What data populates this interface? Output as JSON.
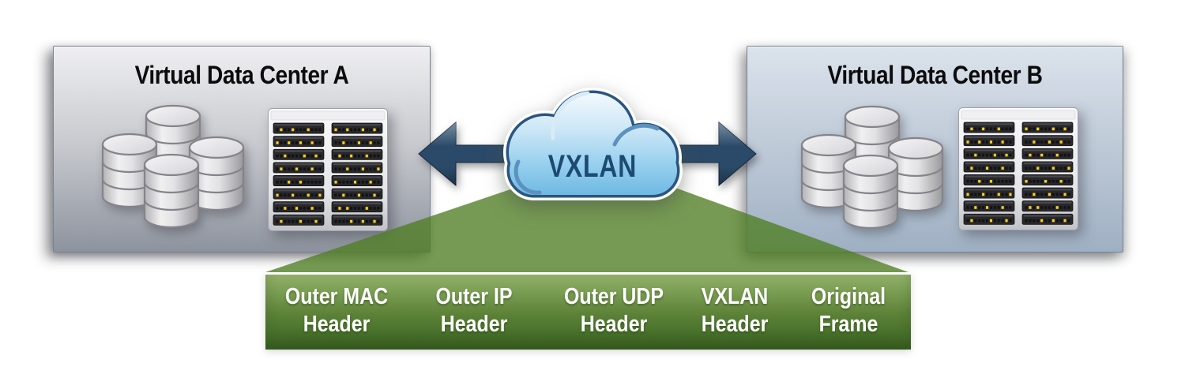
{
  "datacenter_a": {
    "title": "Virtual Data Center A"
  },
  "datacenter_b": {
    "title": "Virtual Data Center B"
  },
  "cloud": {
    "label": "VXLAN"
  },
  "encapsulation": {
    "segments": [
      {
        "line1": "Outer MAC",
        "line2": "Header"
      },
      {
        "line1": "Outer IP",
        "line2": "Header"
      },
      {
        "line1": "Outer UDP",
        "line2": "Header"
      },
      {
        "line1": "VXLAN",
        "line2": "Header"
      },
      {
        "line1": "Original",
        "line2": "Frame"
      }
    ]
  },
  "colors": {
    "box_a_top": "#efeff1",
    "box_a_bottom": "#8d939e",
    "box_b_top": "#dbe3eb",
    "box_b_bottom": "#9fb0c3",
    "funnel_green": "rgba(80,125,35,0.78)",
    "bar_green_top": "#93b06b",
    "bar_green_bottom": "#3c6322",
    "bar_text": "#ffffff",
    "arrow_color": "#2b4a69",
    "cloud_outline": "#2a5580",
    "cloud_text": "#1d4a73",
    "led_yellow": "#ffd21c",
    "title_text": "#0c0c0d"
  }
}
